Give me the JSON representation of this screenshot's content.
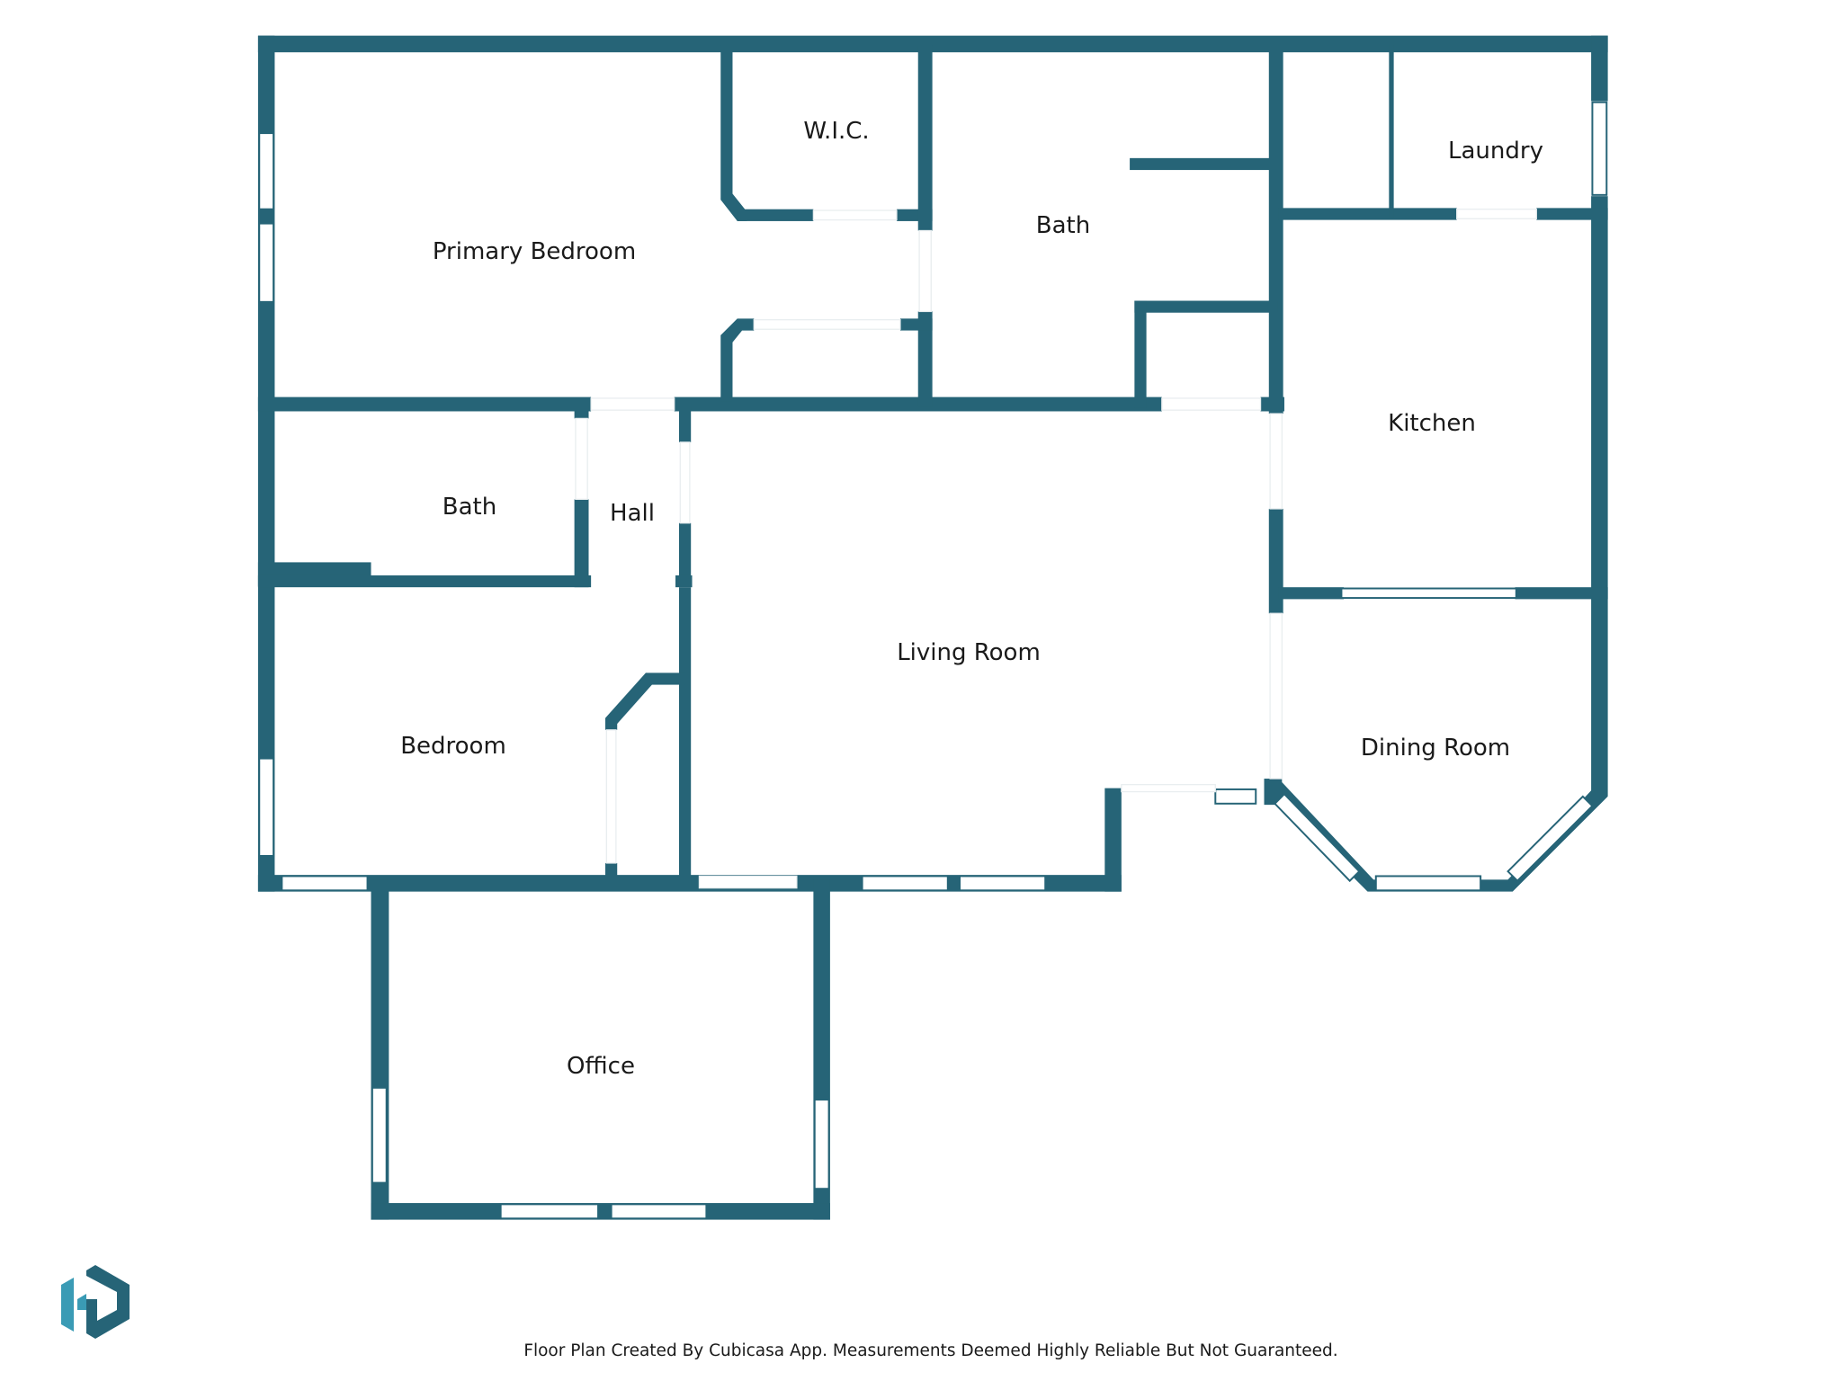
{
  "floor_plan": {
    "rooms": [
      {
        "id": "primary-bedroom",
        "label": "Primary Bedroom"
      },
      {
        "id": "wic",
        "label": "W.I.C."
      },
      {
        "id": "bath-upper",
        "label": "Bath"
      },
      {
        "id": "laundry",
        "label": "Laundry"
      },
      {
        "id": "kitchen",
        "label": "Kitchen"
      },
      {
        "id": "bath-lower",
        "label": "Bath"
      },
      {
        "id": "hall",
        "label": "Hall"
      },
      {
        "id": "living-room",
        "label": "Living Room"
      },
      {
        "id": "bedroom",
        "label": "Bedroom"
      },
      {
        "id": "dining-room",
        "label": "Dining Room"
      },
      {
        "id": "office",
        "label": "Office"
      }
    ],
    "wall_color": "#266477"
  },
  "footer": {
    "disclaimer": "Floor Plan Created By Cubicasa App. Measurements Deemed Highly Reliable But Not Guaranteed."
  },
  "logo": {
    "icon": "hexagon-logo-icon",
    "colors": [
      "#266477",
      "#3a9bb5"
    ]
  }
}
